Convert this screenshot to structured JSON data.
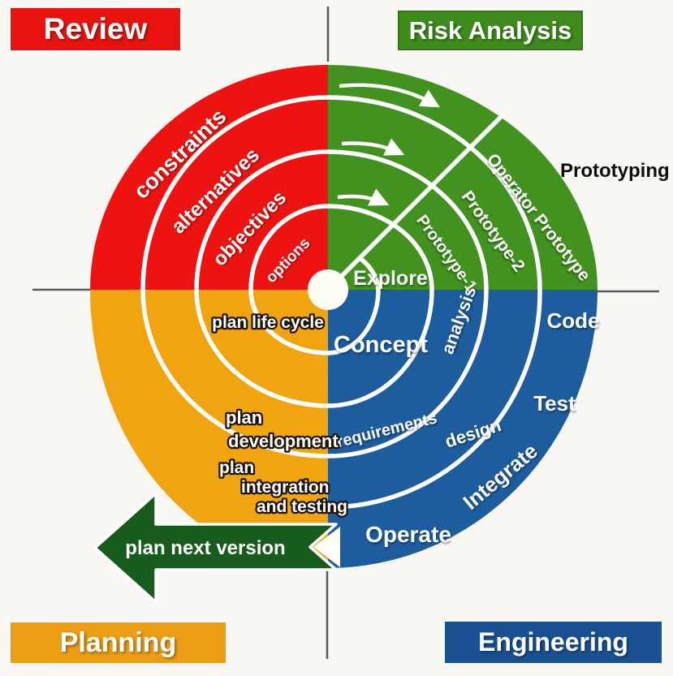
{
  "colors": {
    "red": "#ee1310",
    "green": "#41921f",
    "blue": "#1d5c9d",
    "orange": "#f0a410",
    "arrow_green": "#185c1d",
    "background": "#f8f7f4"
  },
  "labels": {
    "review": "Review",
    "risk_analysis": "Risk Analysis",
    "planning": "Planning",
    "engineering": "Engineering",
    "prototyping": "Prototyping"
  },
  "review_quadrant": {
    "rings": [
      "constraints",
      "alternatives",
      "objectives",
      "options"
    ]
  },
  "risk_quadrant": {
    "prototype_rings": [
      "Operator Prototype",
      "Prototype-2",
      "Prototype-1"
    ],
    "inner": "Explore"
  },
  "engineering_quadrant": {
    "inner": "Concept",
    "analysis": "analysis",
    "requirements": "requirements",
    "design": "design",
    "outer_ring": [
      "Code",
      "Test",
      "Integrate",
      "Operate"
    ]
  },
  "planning_quadrant": {
    "inner": "plan life cycle",
    "development_lines": [
      "plan",
      "development"
    ],
    "integration_lines": [
      "plan",
      "integration",
      "and testing"
    ],
    "arrow_label": "plan next version"
  }
}
